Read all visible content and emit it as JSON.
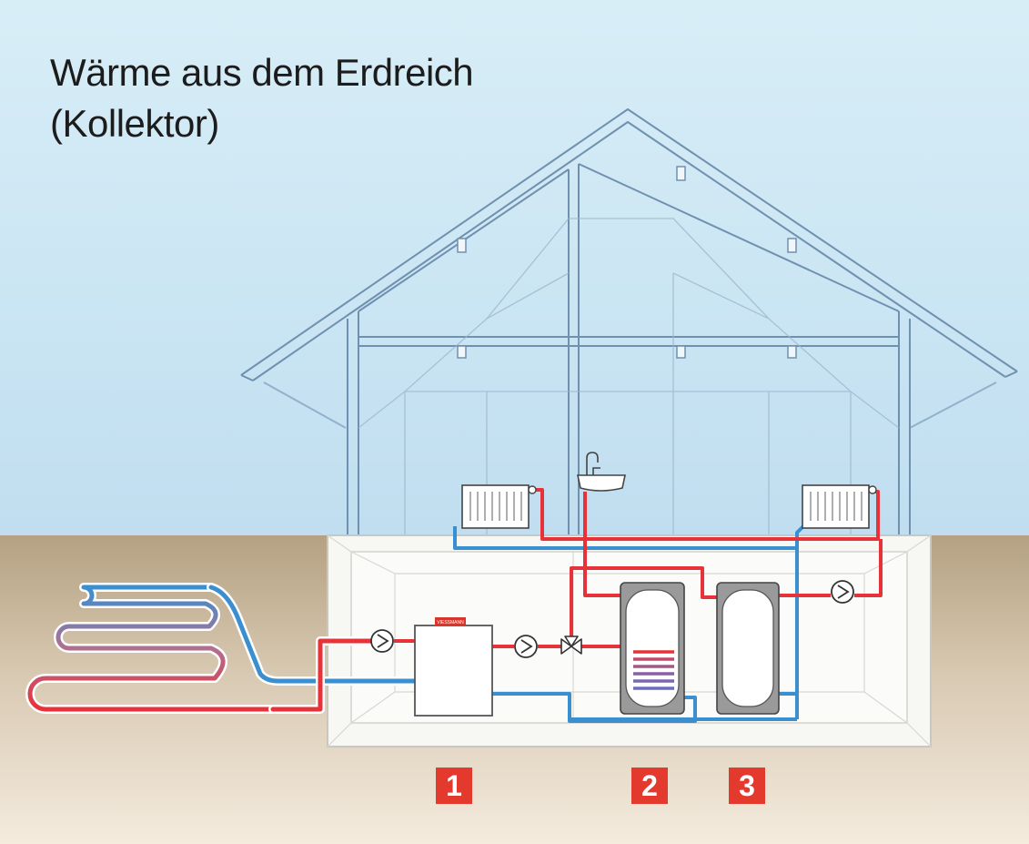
{
  "title": {
    "line1": "Wärme aus dem Erdreich",
    "line2": "(Kollektor)"
  },
  "badges": [
    "1",
    "2",
    "3"
  ],
  "colors": {
    "sky_top": "#d6ecf5",
    "sky_bottom": "#c2dff0",
    "ground_top": "#b7a385",
    "ground_bottom": "#f3e9dc",
    "house_line": "#6f8fae",
    "hot_pipe": "#e8323a",
    "cold_pipe": "#3a8fd0",
    "badge": "#e43a2e",
    "basement_fill": "#f7f7f5"
  },
  "icons": [
    "circulation-pump-icon",
    "three-way-valve-icon",
    "radiator-icon",
    "sink-faucet-icon",
    "viessmann-logo"
  ]
}
